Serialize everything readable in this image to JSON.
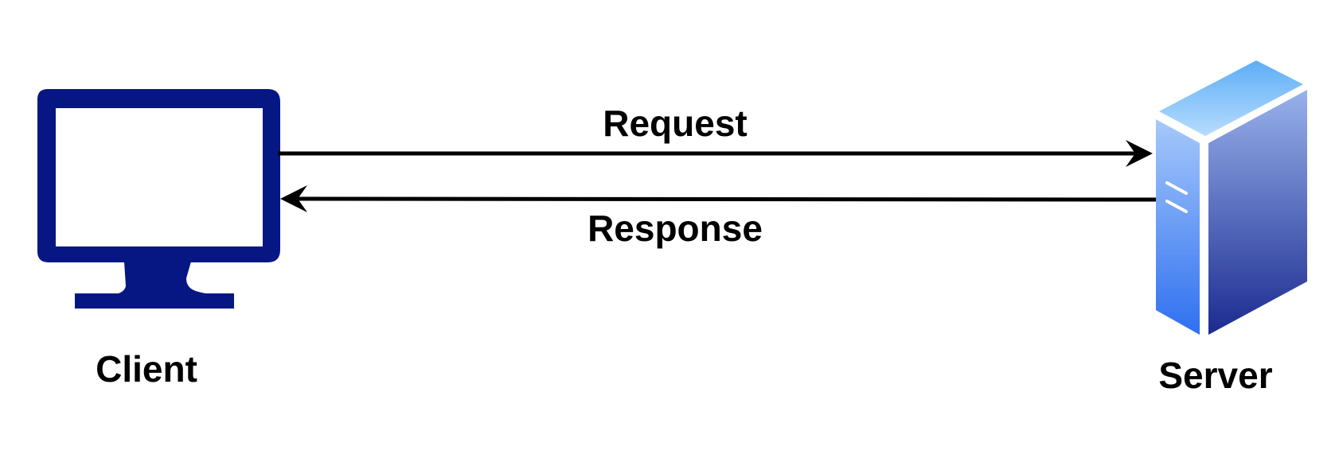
{
  "diagram": {
    "client": {
      "label": "Client",
      "icon": "monitor-icon",
      "color": "#061784"
    },
    "server": {
      "label": "Server",
      "icon": "server-icon",
      "colors": {
        "top_light": "#b7dcfd",
        "top_dark": "#5daef6",
        "front_light": "#a6c9fb",
        "front_dark": "#2f70ef",
        "side_light": "#98b2eb",
        "side_dark": "#1b2a90"
      }
    },
    "request": {
      "label": "Request",
      "direction": "client-to-server"
    },
    "response": {
      "label": "Response",
      "direction": "server-to-client"
    }
  }
}
